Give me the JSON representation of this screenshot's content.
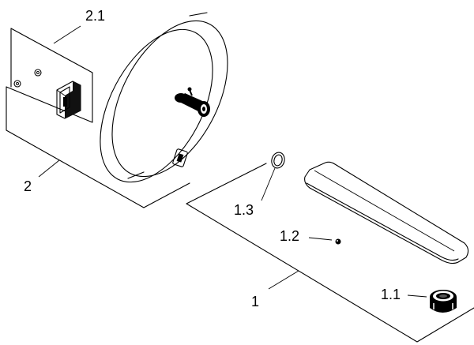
{
  "labels": {
    "part_2_1": "2.1",
    "part_2": "2",
    "part_1_3": "1.3",
    "part_1_2": "1.2",
    "part_1": "1",
    "part_1_1": "1.1"
  }
}
